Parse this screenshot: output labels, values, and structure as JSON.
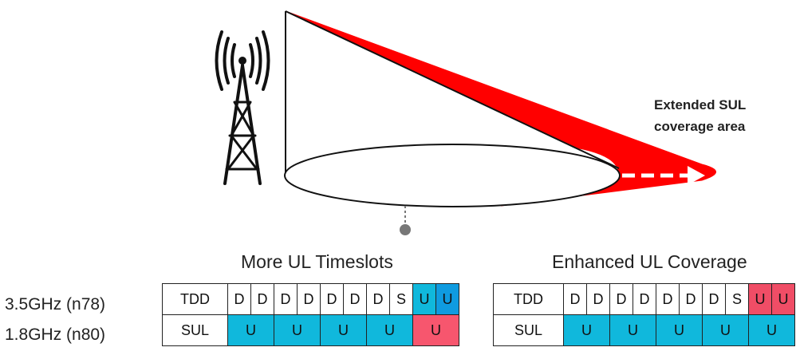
{
  "coverage_label": {
    "line1": "Extended SUL",
    "line2": "coverage area"
  },
  "bands": [
    {
      "label": "3.5GHz (n78)"
    },
    {
      "label": "1.8GHz (n80)"
    }
  ],
  "panels": [
    {
      "heading": "More UL Timeslots",
      "tdd_row": {
        "type": "TDD",
        "slots": [
          {
            "text": "D",
            "color": "#ffffff"
          },
          {
            "text": "D",
            "color": "#ffffff"
          },
          {
            "text": "D",
            "color": "#ffffff"
          },
          {
            "text": "D",
            "color": "#ffffff"
          },
          {
            "text": "D",
            "color": "#ffffff"
          },
          {
            "text": "D",
            "color": "#ffffff"
          },
          {
            "text": "D",
            "color": "#ffffff"
          },
          {
            "text": "S",
            "color": "#ffffff"
          },
          {
            "text": "U",
            "color": "#10b8dc"
          },
          {
            "text": "U",
            "color": "#0f9be0"
          }
        ]
      },
      "sul_row": {
        "type": "SUL",
        "slots": [
          {
            "text": "U",
            "color": "#10b8dc"
          },
          {
            "text": "U",
            "color": "#10b8dc"
          },
          {
            "text": "U",
            "color": "#10b8dc"
          },
          {
            "text": "U",
            "color": "#10b8dc"
          },
          {
            "text": "U",
            "color": "#f7566e"
          }
        ]
      }
    },
    {
      "heading": "Enhanced UL Coverage",
      "tdd_row": {
        "type": "TDD",
        "slots": [
          {
            "text": "D",
            "color": "#ffffff"
          },
          {
            "text": "D",
            "color": "#ffffff"
          },
          {
            "text": "D",
            "color": "#ffffff"
          },
          {
            "text": "D",
            "color": "#ffffff"
          },
          {
            "text": "D",
            "color": "#ffffff"
          },
          {
            "text": "D",
            "color": "#ffffff"
          },
          {
            "text": "D",
            "color": "#ffffff"
          },
          {
            "text": "S",
            "color": "#ffffff"
          },
          {
            "text": "U",
            "color": "#f04d66"
          },
          {
            "text": "U",
            "color": "#f04d66"
          }
        ]
      },
      "sul_row": {
        "type": "SUL",
        "slots": [
          {
            "text": "U",
            "color": "#10b8dc"
          },
          {
            "text": "U",
            "color": "#10b8dc"
          },
          {
            "text": "U",
            "color": "#10b8dc"
          },
          {
            "text": "U",
            "color": "#10b8dc"
          },
          {
            "text": "U",
            "color": "#10b8dc"
          }
        ]
      }
    }
  ],
  "colors": {
    "coverage_red": "#ff0000",
    "outline": "#111111"
  },
  "icons": [
    "cell-tower-icon",
    "dashed-arrow-icon"
  ]
}
